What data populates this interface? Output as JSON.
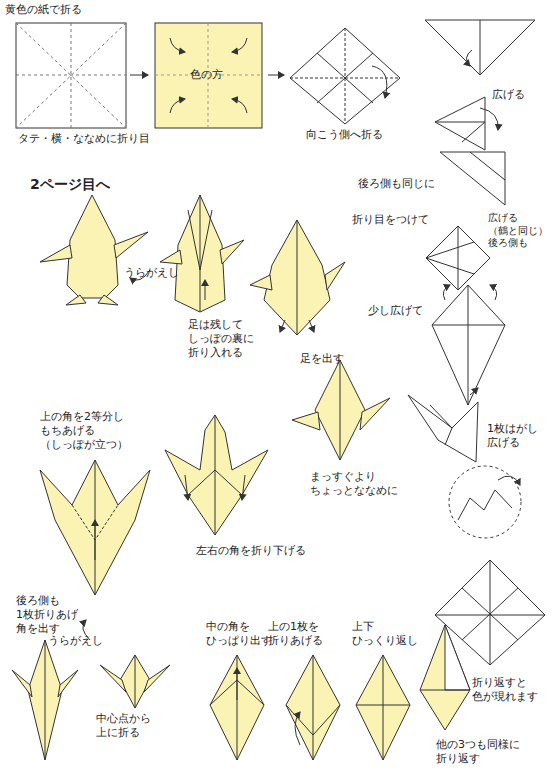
{
  "diagram": {
    "labels": [
      "黄色の紙で折る",
      "色の方",
      "タテ・横・ななめに折り目",
      "向こう側へ折る",
      "広げる",
      "後ろ側も同じに",
      "2ページ目へ",
      "折り目をつけて",
      "広げる （鶴と同じ） 後ろ側も",
      "うらがえし",
      "足は残して しっぽの裏に 折り入れる",
      "少し広げて",
      "足を出す",
      "上の角を2等分し もちあげる （しっぽが立つ）",
      "1枚はがし 広げる",
      "まっすぐより ちょっとななめに",
      "左右の角を折り下げる",
      "後ろ側も 1枚折りあげ 角を出す",
      "うらがえし",
      "中の角を ひっぱり出す",
      "上の1枚を 折りあげる",
      "上下 ひっくり返し",
      "折り返すと 色が現れます",
      "中心点から 上に折る",
      "他の3つも同様に 折り返す"
    ]
  }
}
